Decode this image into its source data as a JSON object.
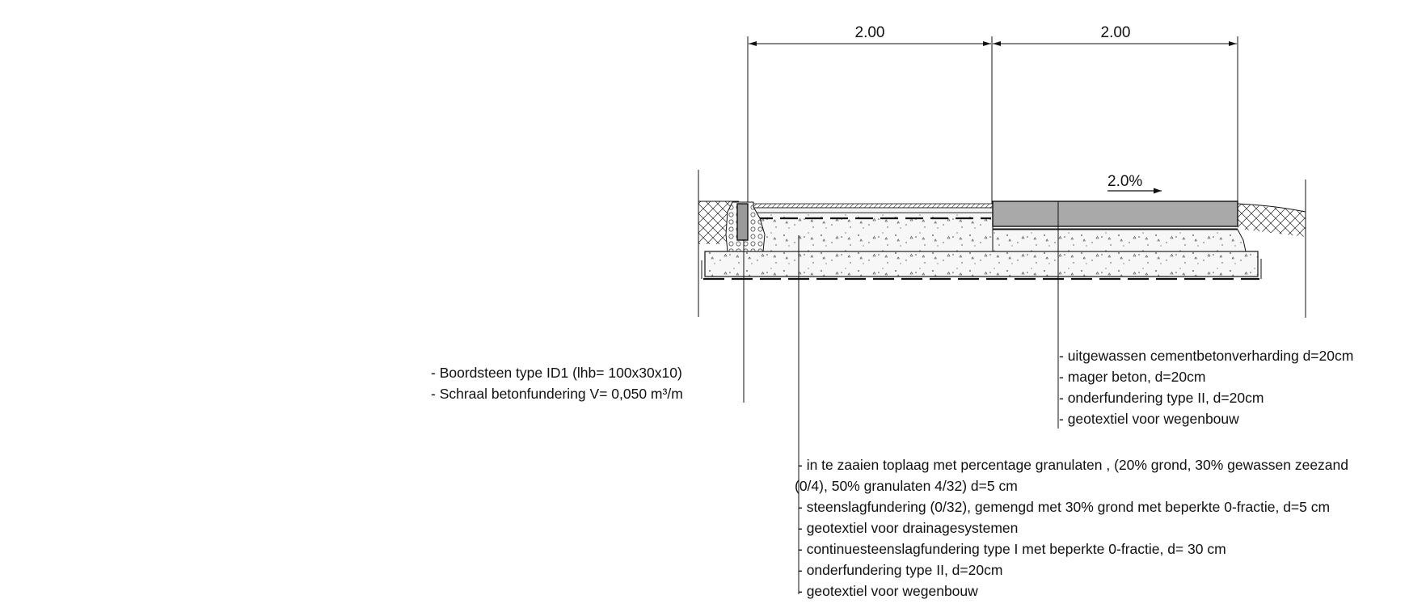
{
  "dimensions": {
    "left_width": "2.00",
    "right_width": "2.00",
    "unit": "m"
  },
  "slope": {
    "label": "2.0%",
    "direction": "right"
  },
  "labels": {
    "curb": [
      "- Boordsteen type ID1 (lhb= 100x30x10)",
      "- Schraal betonfundering V= 0,050 m³/m"
    ],
    "concrete_lane": [
      "- uitgewassen cementbetonverharding d=20cm",
      "- mager beton, d=20cm",
      "- onderfundering type II, d=20cm",
      "- geotextiel voor wegenbouw"
    ],
    "grass_lane": [
      "- in te zaaien toplaag met percentage granulaten , (20% grond, 30% gewassen zeezand",
      "(0/4), 50% granulaten 4/32) d=5 cm",
      "- steenslagfundering (0/32), gemengd met 30% grond met beperkte 0-fractie, d=5 cm",
      "- geotextiel voor drainagesystemen",
      "- continuesteenslagfundering type I met beperkte 0-fractie, d= 30 cm",
      "- onderfundering type II, d=20cm",
      "- geotextiel voor wegenbouw"
    ]
  },
  "colors": {
    "line": "#111111",
    "concrete_fill": "#a9a9a9",
    "foundation_fill": "#f7f7f7",
    "curb_fill": "#9a9a9a"
  }
}
